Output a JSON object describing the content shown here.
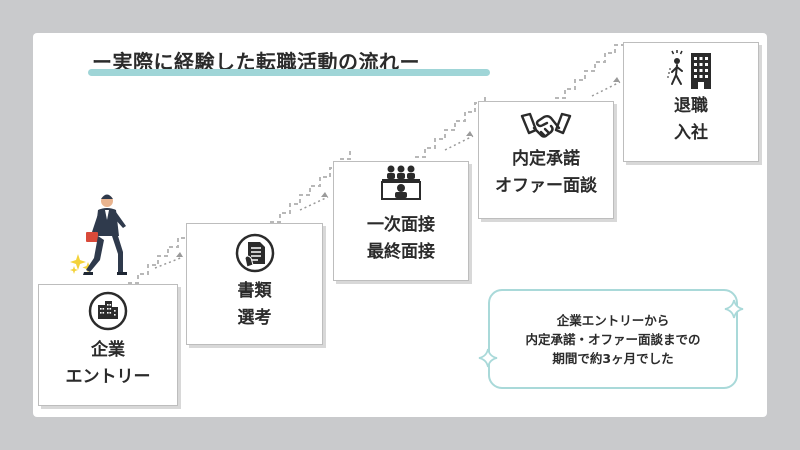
{
  "title": "ー実際に経験した転職活動の流れー",
  "steps": [
    {
      "line1": "企業",
      "line2": "エントリー",
      "icon": "buildings-icon"
    },
    {
      "line1": "書類",
      "line2": "選考",
      "icon": "document-icon"
    },
    {
      "line1": "一次面接",
      "line2": "最終面接",
      "icon": "interview-icon"
    },
    {
      "line1": "内定承諾",
      "line2": "オファー面談",
      "icon": "handshake-icon"
    },
    {
      "line1": "退職",
      "line2": "入社",
      "icon": "leaving-office-icon"
    }
  ],
  "note": {
    "line1": "企業エントリーから",
    "line2": "内定承諾・オファー面談までの",
    "line3": "期間で約3ヶ月でした"
  },
  "colors": {
    "background": "#c9cacc",
    "card": "#ffffff",
    "accent": "#9fd5d7",
    "dark": "#2f3a4c",
    "sparkle": "#f3d23a"
  }
}
